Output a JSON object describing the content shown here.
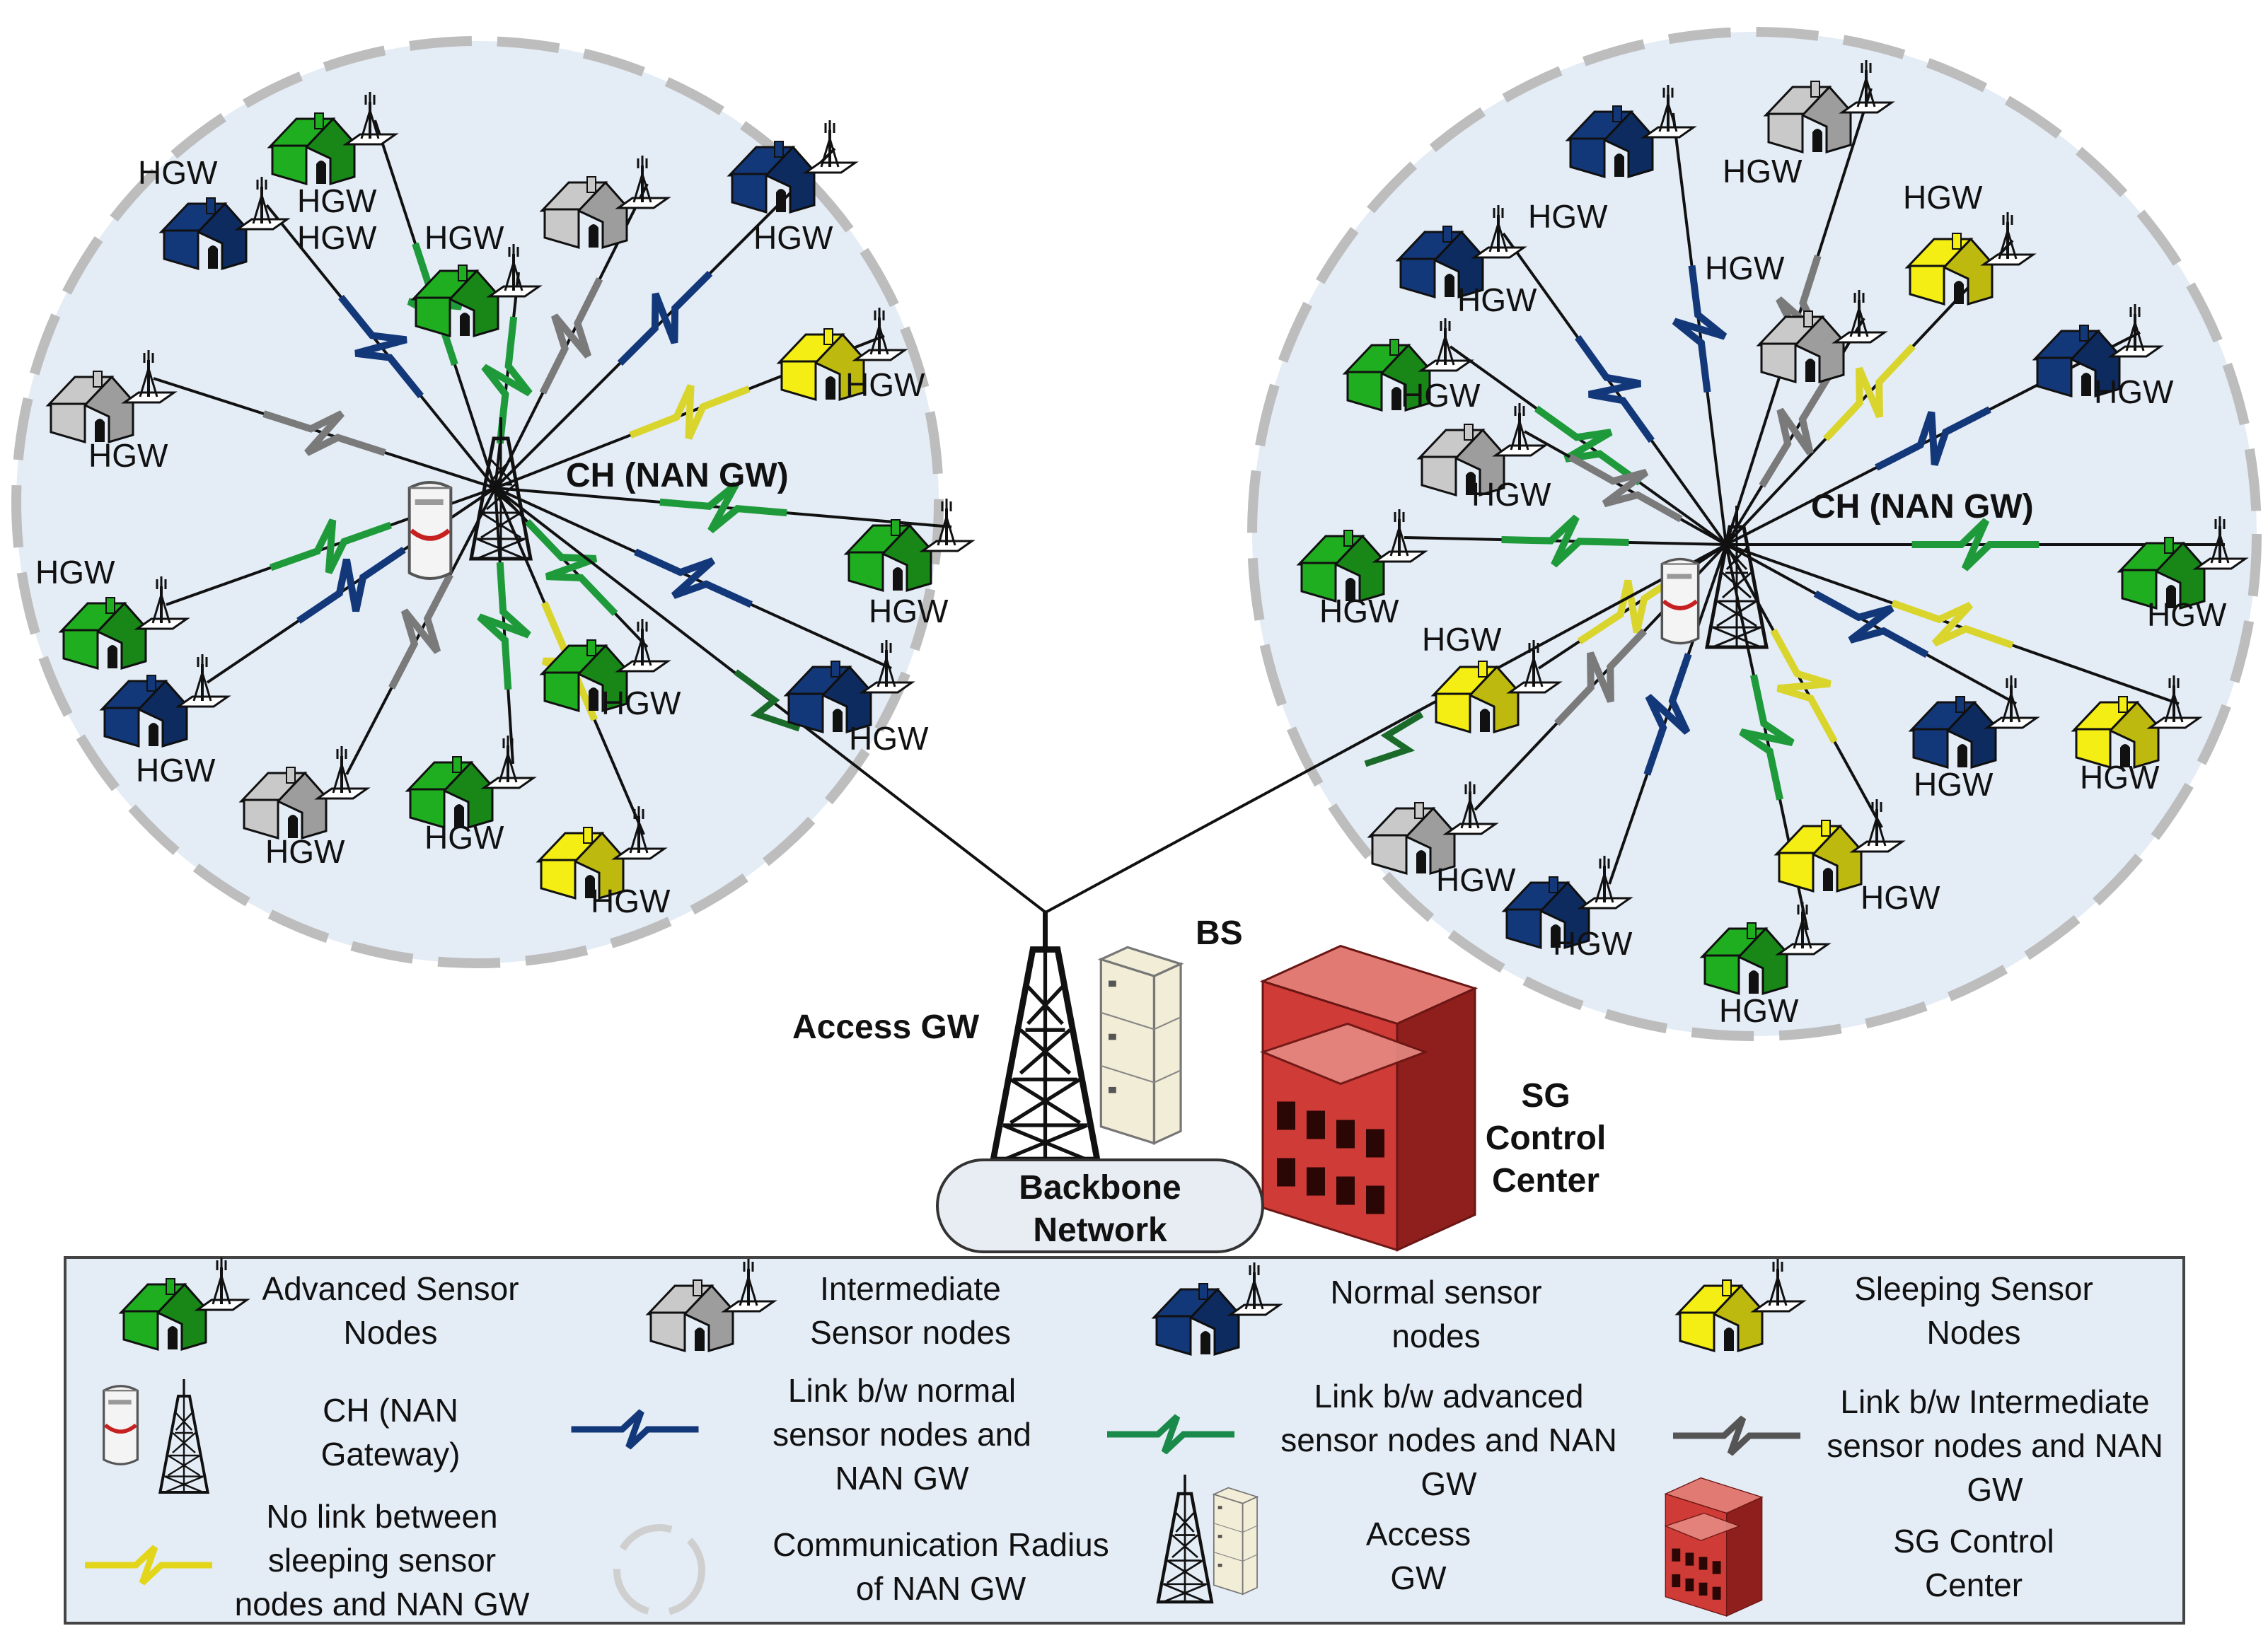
{
  "hgw_label": "HGW",
  "cluster_left": {
    "ch_label": "CH (NAN GW)"
  },
  "cluster_right": {
    "ch_label": "CH (NAN GW)"
  },
  "bs_label": "BS",
  "access_gw_label": "Access GW",
  "backbone": {
    "line1": "Backbone",
    "line2": "Network"
  },
  "control_center": {
    "line1": "SG",
    "line2": "Control",
    "line3": "Center"
  },
  "legend": {
    "advanced": {
      "line1": "Advanced Sensor",
      "line2": "Nodes"
    },
    "intermediate": {
      "line1": "Intermediate",
      "line2": "Sensor nodes"
    },
    "normal": {
      "line1": "Normal sensor",
      "line2": "nodes"
    },
    "sleeping": {
      "line1": "Sleeping Sensor",
      "line2": "Nodes"
    },
    "ch": {
      "line1": "CH (NAN",
      "line2": "Gateway)"
    },
    "link_normal": {
      "line1": "Link b/w normal",
      "line2": "sensor nodes and",
      "line3": "NAN GW"
    },
    "link_advanced": {
      "line1": "Link b/w advanced",
      "line2": "sensor nodes and NAN",
      "line3": "GW"
    },
    "link_intermediate": {
      "line1": "Link b/w Intermediate",
      "line2": "sensor nodes and NAN",
      "line3": "GW"
    },
    "no_link": {
      "line1": "No link between",
      "line2": "sleeping sensor",
      "line3": "nodes and NAN GW"
    },
    "radius": {
      "line1": "Communication Radius",
      "line2": "of NAN GW"
    },
    "access": {
      "line1": "Access",
      "line2": "GW"
    },
    "control": {
      "line1": "SG Control",
      "line2": "Center"
    }
  },
  "colors": {
    "advanced": "#1fae1f",
    "intermediate": "#c9c9c9",
    "normal": "#13387a",
    "sleeping": "#f4ee14",
    "cluster_fill": "#e4ecf6",
    "cluster_border": "#bdbdbd",
    "building": "#c83a35"
  }
}
